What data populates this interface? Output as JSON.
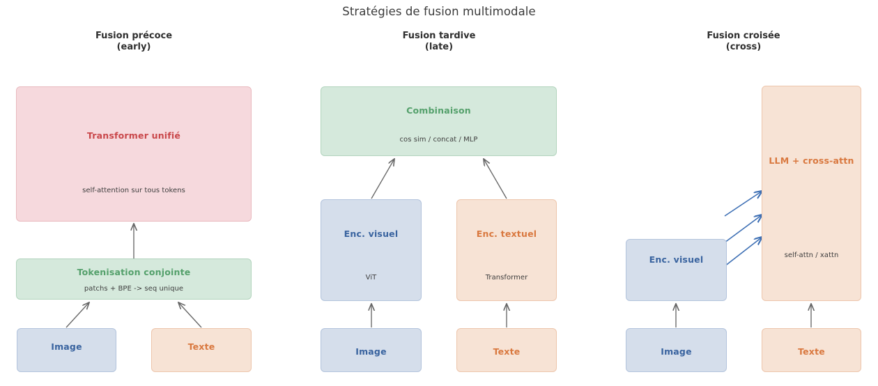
{
  "diagram": {
    "title": "Stratégies de fusion multimodale",
    "columns": [
      {
        "key": "early",
        "heading_line1": "Fusion précoce",
        "heading_line2": "(early)"
      },
      {
        "key": "late",
        "heading_line1": "Fusion tardive",
        "heading_line2": "(late)"
      },
      {
        "key": "cross",
        "heading_line1": "Fusion croisée",
        "heading_line2": "(cross)"
      }
    ],
    "colors": {
      "pink_fill": "#f6d9dd",
      "pink_border": "#e9b9be",
      "pink_text": "#c9474a",
      "green_fill": "#d5e9dc",
      "green_border": "#b2d4bd",
      "green_text": "#54a06b",
      "blue_fill": "#d5deeb",
      "blue_border": "#b2c3dc",
      "blue_text": "#39639f",
      "orange_fill": "#f7e3d5",
      "orange_border": "#edc5ab",
      "orange_text": "#d9783f",
      "arrow_gray": "#666666",
      "arrow_blue": "#3d6fb4",
      "title_text": "#3a3a3a"
    },
    "early": {
      "transformer": {
        "title": "Transformer unifié",
        "subtitle": "self-attention sur tous tokens"
      },
      "tokenisation": {
        "title": "Tokenisation conjointe",
        "subtitle": "patchs + BPE -> seq unique"
      },
      "image": {
        "title": "Image"
      },
      "texte": {
        "title": "Texte"
      }
    },
    "late": {
      "combinaison": {
        "title": "Combinaison",
        "subtitle": "cos sim / concat / MLP"
      },
      "enc_visuel": {
        "title": "Enc. visuel",
        "subtitle": "ViT"
      },
      "enc_textuel": {
        "title": "Enc. textuel",
        "subtitle": "Transformer"
      },
      "image": {
        "title": "Image"
      },
      "texte": {
        "title": "Texte"
      }
    },
    "cross": {
      "llm": {
        "title": "LLM + cross-attn",
        "subtitle": "self-attn / xattn"
      },
      "enc_visuel": {
        "title": "Enc. visuel"
      },
      "image": {
        "title": "Image"
      },
      "texte": {
        "title": "Texte"
      }
    }
  }
}
